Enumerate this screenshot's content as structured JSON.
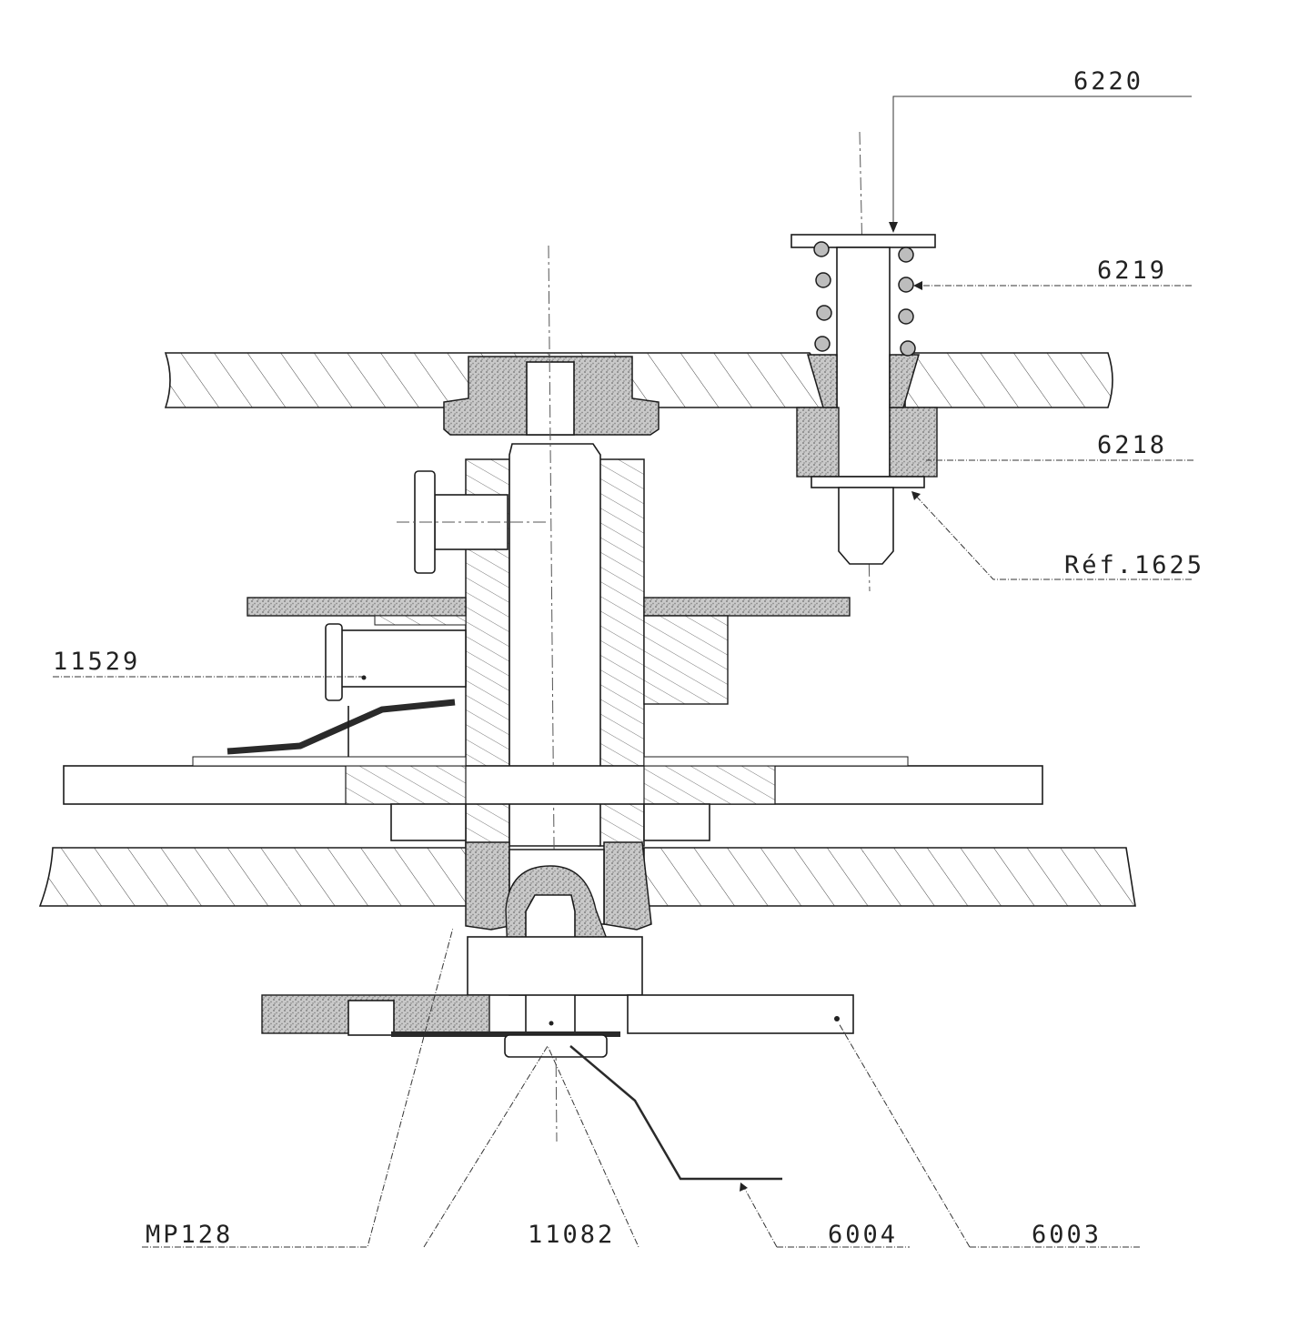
{
  "labels": {
    "p6220": "6220",
    "p6219": "6219",
    "p6218": "6218",
    "ref1625": "Réf.1625",
    "p11529": "11529",
    "mp128": "MP128",
    "p11082": "11082",
    "p6004": "6004",
    "p6003": "6003"
  }
}
